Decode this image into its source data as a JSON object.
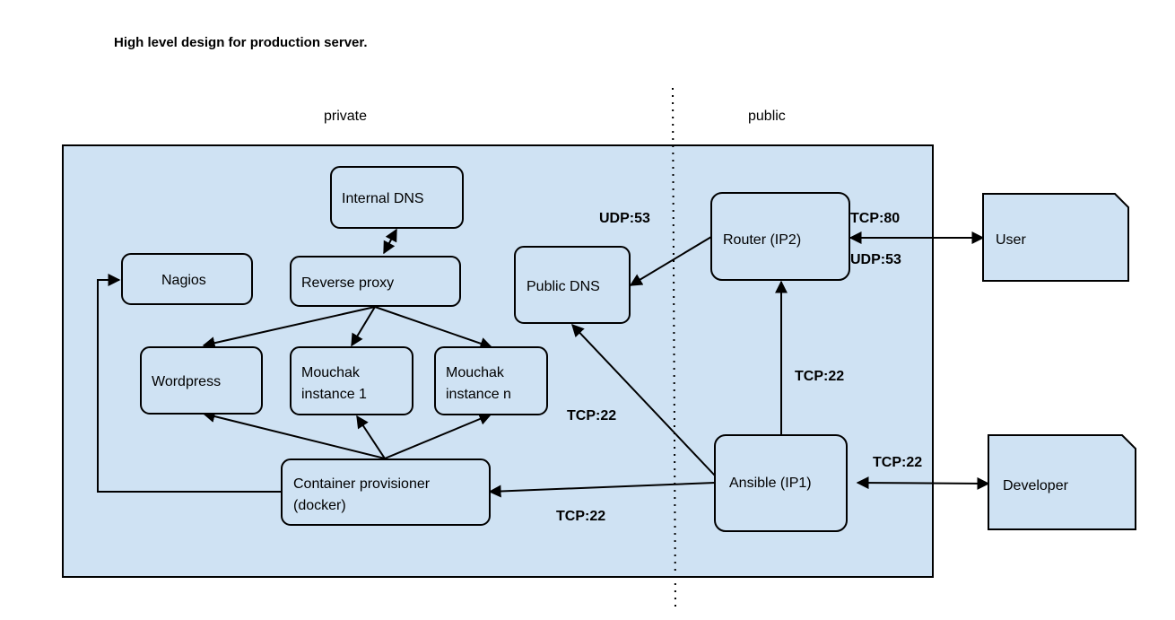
{
  "title": "High level design for production server.",
  "zones": {
    "private": "private",
    "public": "public"
  },
  "colors": {
    "box_fill": "#cfe2f3",
    "stroke": "#000000"
  },
  "nodes": {
    "internal_dns": "Internal DNS",
    "nagios": "Nagios",
    "reverse_proxy": "Reverse proxy",
    "wordpress": "Wordpress",
    "mouchak_1": [
      "Mouchak",
      "instance 1"
    ],
    "mouchak_n": [
      "Mouchak",
      "instance n"
    ],
    "container_provisioner": [
      "Container provisioner",
      "(docker)"
    ],
    "public_dns": "Public DNS",
    "router": "Router (IP2)",
    "ansible": "Ansible (IP1)",
    "user": "User",
    "developer": "Developer"
  },
  "edge_labels": {
    "udp53_public_dns": "UDP:53",
    "tcp80_user": "TCP:80",
    "udp53_user": "UDP:53",
    "tcp22_router": "TCP:22",
    "tcp22_public_dns": "TCP:22",
    "tcp22_provisioner": "TCP:22",
    "tcp22_developer": "TCP:22"
  },
  "edges": [
    {
      "from": "internal_dns",
      "to": "reverse_proxy",
      "direction": "both"
    },
    {
      "from": "reverse_proxy",
      "to": "wordpress",
      "direction": "forward"
    },
    {
      "from": "reverse_proxy",
      "to": "mouchak_1",
      "direction": "forward"
    },
    {
      "from": "reverse_proxy",
      "to": "mouchak_n",
      "direction": "forward"
    },
    {
      "from": "container_provisioner",
      "to": "wordpress",
      "direction": "forward"
    },
    {
      "from": "container_provisioner",
      "to": "mouchak_1",
      "direction": "forward"
    },
    {
      "from": "container_provisioner",
      "to": "mouchak_n",
      "direction": "forward"
    },
    {
      "from": "container_provisioner",
      "to": "nagios",
      "direction": "forward"
    },
    {
      "from": "router",
      "to": "public_dns",
      "direction": "forward"
    },
    {
      "from": "ansible",
      "to": "public_dns",
      "direction": "forward"
    },
    {
      "from": "ansible",
      "to": "container_provisioner",
      "direction": "forward"
    },
    {
      "from": "ansible",
      "to": "router",
      "direction": "forward"
    },
    {
      "from": "router",
      "to": "user",
      "direction": "both"
    },
    {
      "from": "ansible",
      "to": "developer",
      "direction": "both"
    }
  ]
}
